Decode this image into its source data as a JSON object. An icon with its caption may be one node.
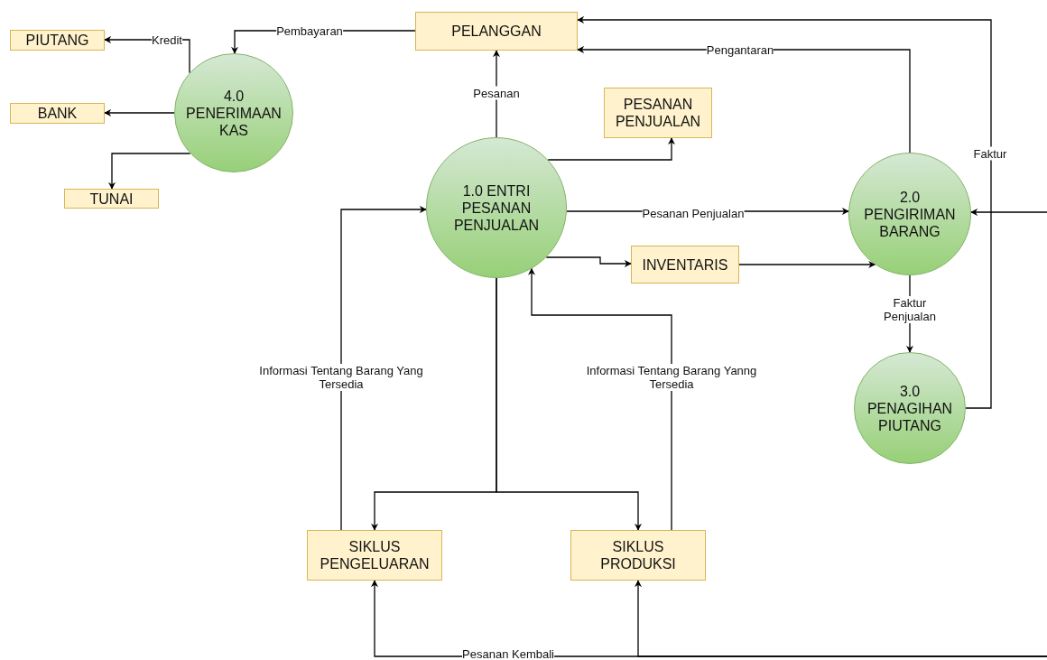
{
  "diagram": {
    "nodes": [
      {
        "text": [
          "PELANGGAN"
        ]
      },
      {
        "text": [
          "PIUTANG"
        ]
      },
      {
        "text": [
          "BANK"
        ]
      },
      {
        "text": [
          "TUNAI"
        ]
      },
      {
        "text": [
          "4.0 PENERIMAAN KAS"
        ]
      },
      {
        "text": [
          "PESANAN PENJUALAN"
        ]
      },
      {
        "text": [
          "1.0 ENTRI PESANAN PENJUALAN"
        ]
      },
      {
        "text": [
          "2.0 PENGIRIMAN BARANG"
        ]
      },
      {
        "text": [
          "INVENTARIS"
        ]
      },
      {
        "text": [
          "3.0 PENAGIHAN PIUTANG"
        ]
      },
      {
        "text": [
          "SIKLUS PENGELUARAN"
        ]
      },
      {
        "text": [
          "SIKLUS PRODUKSI"
        ]
      }
    ],
    "edges": [
      {
        "from": 0,
        "to": 4,
        "arrow": "to",
        "label": "Pembayaran"
      },
      {
        "from": 4,
        "to": 1,
        "arrow": "to",
        "label": "Kredit"
      },
      {
        "from": 4,
        "to": 2,
        "arrow": "to"
      },
      {
        "from": 4,
        "to": 3,
        "arrow": "to"
      },
      {
        "from": 6,
        "to": 0,
        "arrow": "to",
        "label": "Pesanan"
      },
      {
        "from": 6,
        "to": 5,
        "arrow": "to"
      },
      {
        "from": 6,
        "to": 7,
        "arrow": "to",
        "label": "Pesanan Penjualan"
      },
      {
        "from": 6,
        "to": 8,
        "arrow": "to"
      },
      {
        "from": 8,
        "to": 7,
        "arrow": "to"
      },
      {
        "from": 7,
        "to": 0,
        "arrow": "to",
        "label": "Pengantaran"
      },
      {
        "from": 9,
        "to": 0,
        "arrow": "to",
        "label": "Faktur"
      },
      {
        "from": null,
        "to": 7,
        "arrow": "to"
      },
      {
        "from": 7,
        "to": 9,
        "arrow": "to",
        "label": "Faktur Penjualan"
      },
      {
        "from": 10,
        "to": 6,
        "arrow": "to",
        "label": "Informasi Tentang Barang Yang Tersedia"
      },
      {
        "from": 11,
        "to": 6,
        "arrow": "to",
        "label": "Informasi Tentang Barang Yanng Tersedia"
      },
      {
        "from": 6,
        "to": 10,
        "arrow": "to"
      },
      {
        "from": 6,
        "to": 11,
        "arrow": "to"
      },
      {
        "from": null,
        "to": 10,
        "arrow": "to",
        "label": "Pesanan Kembali"
      },
      {
        "from": null,
        "to": 11,
        "arrow": "to"
      }
    ]
  }
}
